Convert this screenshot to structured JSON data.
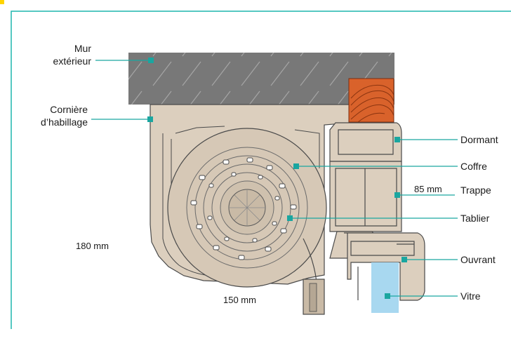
{
  "colors": {
    "frame": "#1fb5ad",
    "leader": "#1aa6a0",
    "marker": "#1aa6a0",
    "wall": "#787878",
    "housing": "#dccfbe",
    "outline": "#4a4a4a",
    "wood": "#d9622b",
    "glass": "#a8d8f0",
    "yellow": "#ffd400"
  },
  "labels": {
    "mur_exterieur_1": "Mur",
    "mur_exterieur_2": "extérieur",
    "corniere_1": "Cornière",
    "corniere_2": "d’habillage",
    "dormant": "Dormant",
    "coffre": "Coffre",
    "trappe": "Trappe",
    "tablier": "Tablier",
    "ouvrant": "Ouvrant",
    "vitre": "Vitre"
  },
  "dimensions": {
    "height": "180 mm",
    "width": "150 mm",
    "trappe_width": "85 mm"
  }
}
